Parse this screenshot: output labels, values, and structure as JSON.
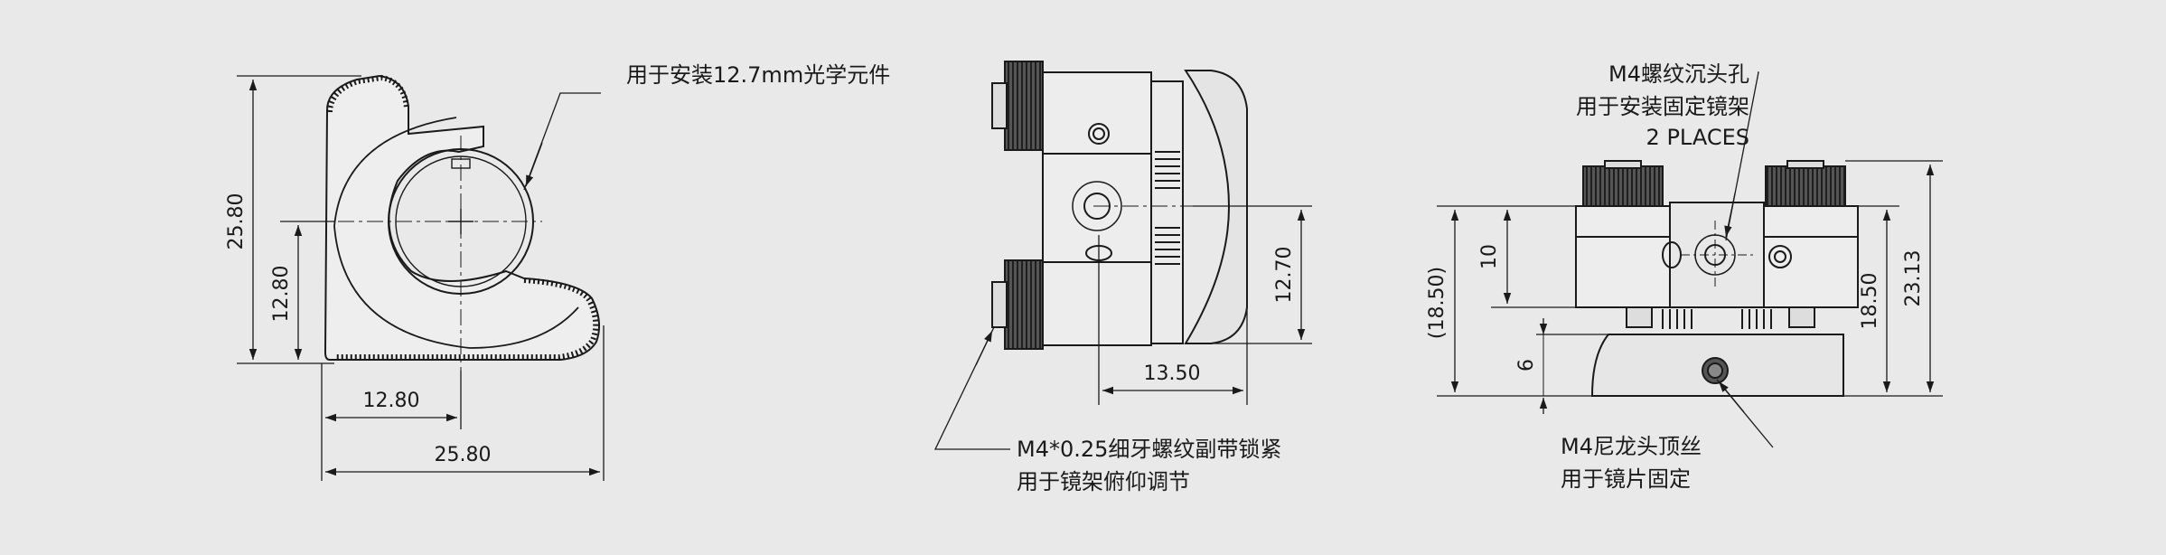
{
  "colors": {
    "background": "#e9e9e9",
    "line": "#1a1a1a",
    "part_fill": "#ececec",
    "knob_dark": "#3a3a3a"
  },
  "view1": {
    "dims": {
      "height_total": "25.80",
      "height_center": "12.80",
      "width_center": "12.80",
      "width_total": "25.80"
    },
    "note": "用于安装12.7mm光学元件"
  },
  "view2": {
    "dims": {
      "height": "12.70",
      "width": "13.50"
    },
    "note_line1": "M4*0.25细牙螺纹副带锁紧",
    "note_line2": "用于镜架俯仰调节"
  },
  "view3": {
    "dims": {
      "paren_height": "(18.50)",
      "ten": "10",
      "six": "6",
      "right_height": "18.50",
      "total_height": "23.13"
    },
    "top_note_line1": "M4螺纹沉头孔",
    "top_note_line2": "用于安装固定镜架",
    "top_note_line3": "2 PLACES",
    "bottom_note_line1": "M4尼龙头顶丝",
    "bottom_note_line2": "用于镜片固定"
  }
}
